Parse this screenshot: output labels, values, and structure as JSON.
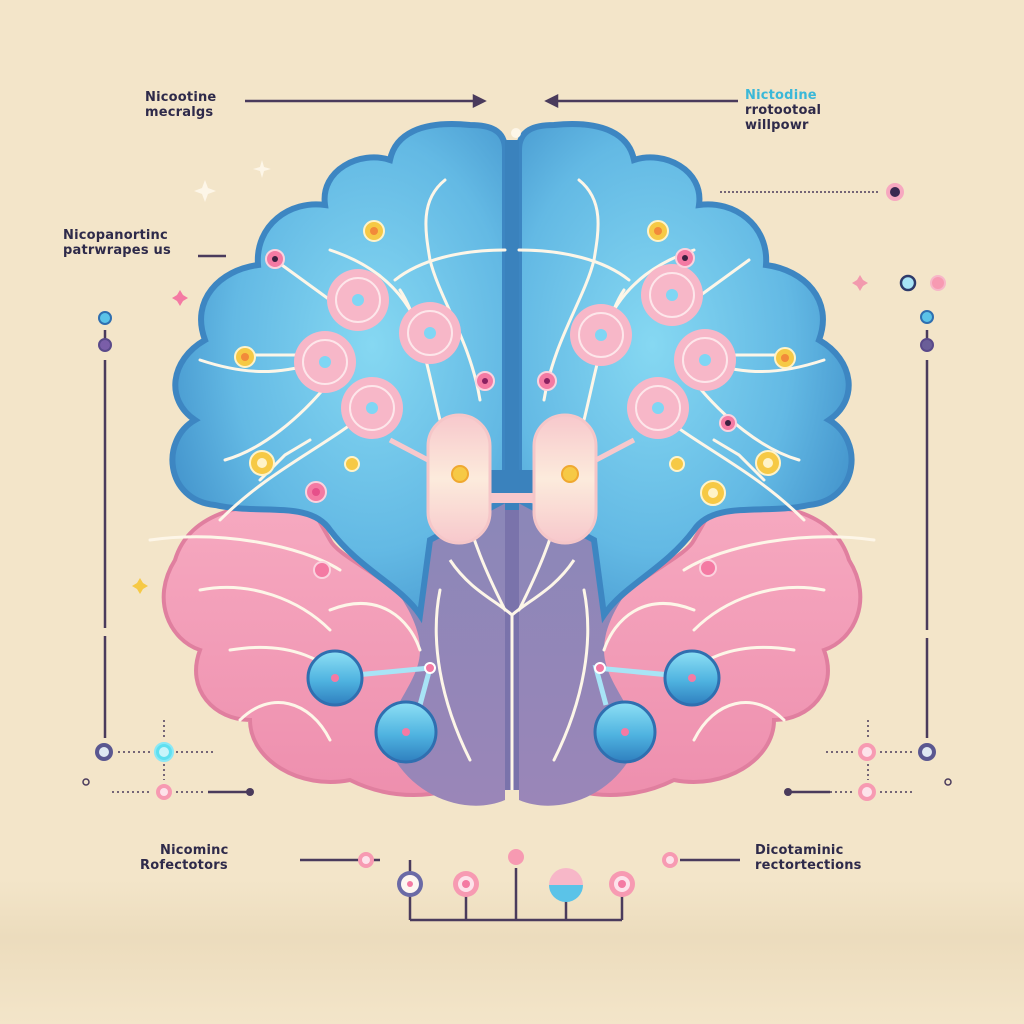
{
  "diagram": {
    "title": "",
    "colors": {
      "background": "#f3e5c9",
      "frontal_lobe": "#4d9fd4",
      "frontal_lobe_light": "#7ad0ee",
      "temporal_lobe": "#f19bb4",
      "brainstem": "#8f8cbf",
      "synapse_ring": "#f7b7c8",
      "receptor_node": "#5bc3e8",
      "yellow_node": "#f6c945",
      "line": "#4a3b5c",
      "connector": "#fdf3e4"
    },
    "labels": {
      "top_left": {
        "line1": "Nicootine",
        "line2": "mecralgs"
      },
      "top_right": {
        "line1": "Nictodine",
        "line2": "rrotootoal",
        "line3": "willpowr"
      },
      "mid_left": {
        "line1": "Nicopanortinc",
        "line2": "patrwrapes us"
      },
      "bottom_left": {
        "line1": "Nicominc",
        "line2": "Rofectotors"
      },
      "bottom_right": {
        "line1": "Dicotaminic",
        "line2": "rectortections"
      }
    },
    "regions": [
      {
        "name": "left-frontal-hemisphere",
        "fill": "blue"
      },
      {
        "name": "right-frontal-hemisphere",
        "fill": "blue"
      },
      {
        "name": "left-temporal-lobe",
        "fill": "pink"
      },
      {
        "name": "right-temporal-lobe",
        "fill": "pink"
      },
      {
        "name": "brainstem",
        "fill": "purple"
      },
      {
        "name": "left-capsule-connector",
        "fill": "cream"
      },
      {
        "name": "right-capsule-connector",
        "fill": "cream"
      }
    ],
    "bottom_nodes": [
      {
        "type": "ring-purple"
      },
      {
        "type": "ring-pink"
      },
      {
        "type": "dot-pink-tall"
      },
      {
        "type": "half-pink-half-blue"
      },
      {
        "type": "ring-pink"
      }
    ]
  }
}
